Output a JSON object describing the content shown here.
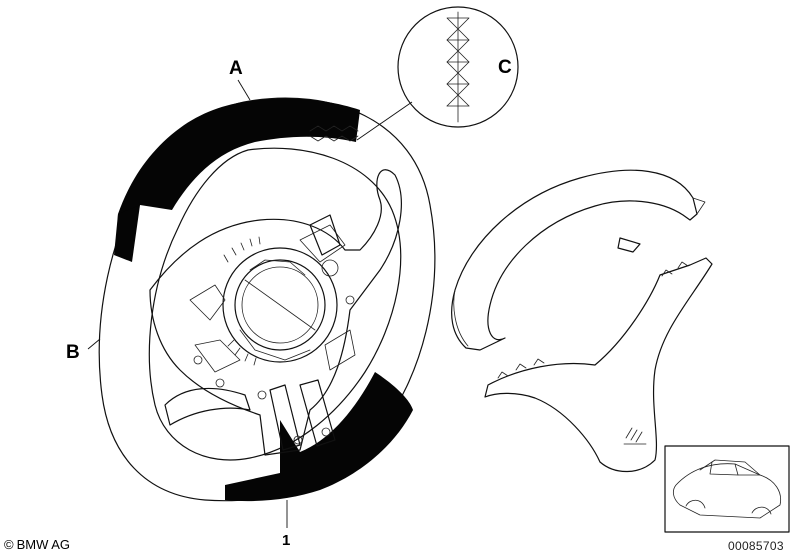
{
  "diagram": {
    "callouts": {
      "a": "A",
      "b": "B",
      "c": "C"
    },
    "part_number": "1",
    "copyright_symbol": "©",
    "copyright_text": "BMW AG",
    "diagram_id": "00085703"
  }
}
